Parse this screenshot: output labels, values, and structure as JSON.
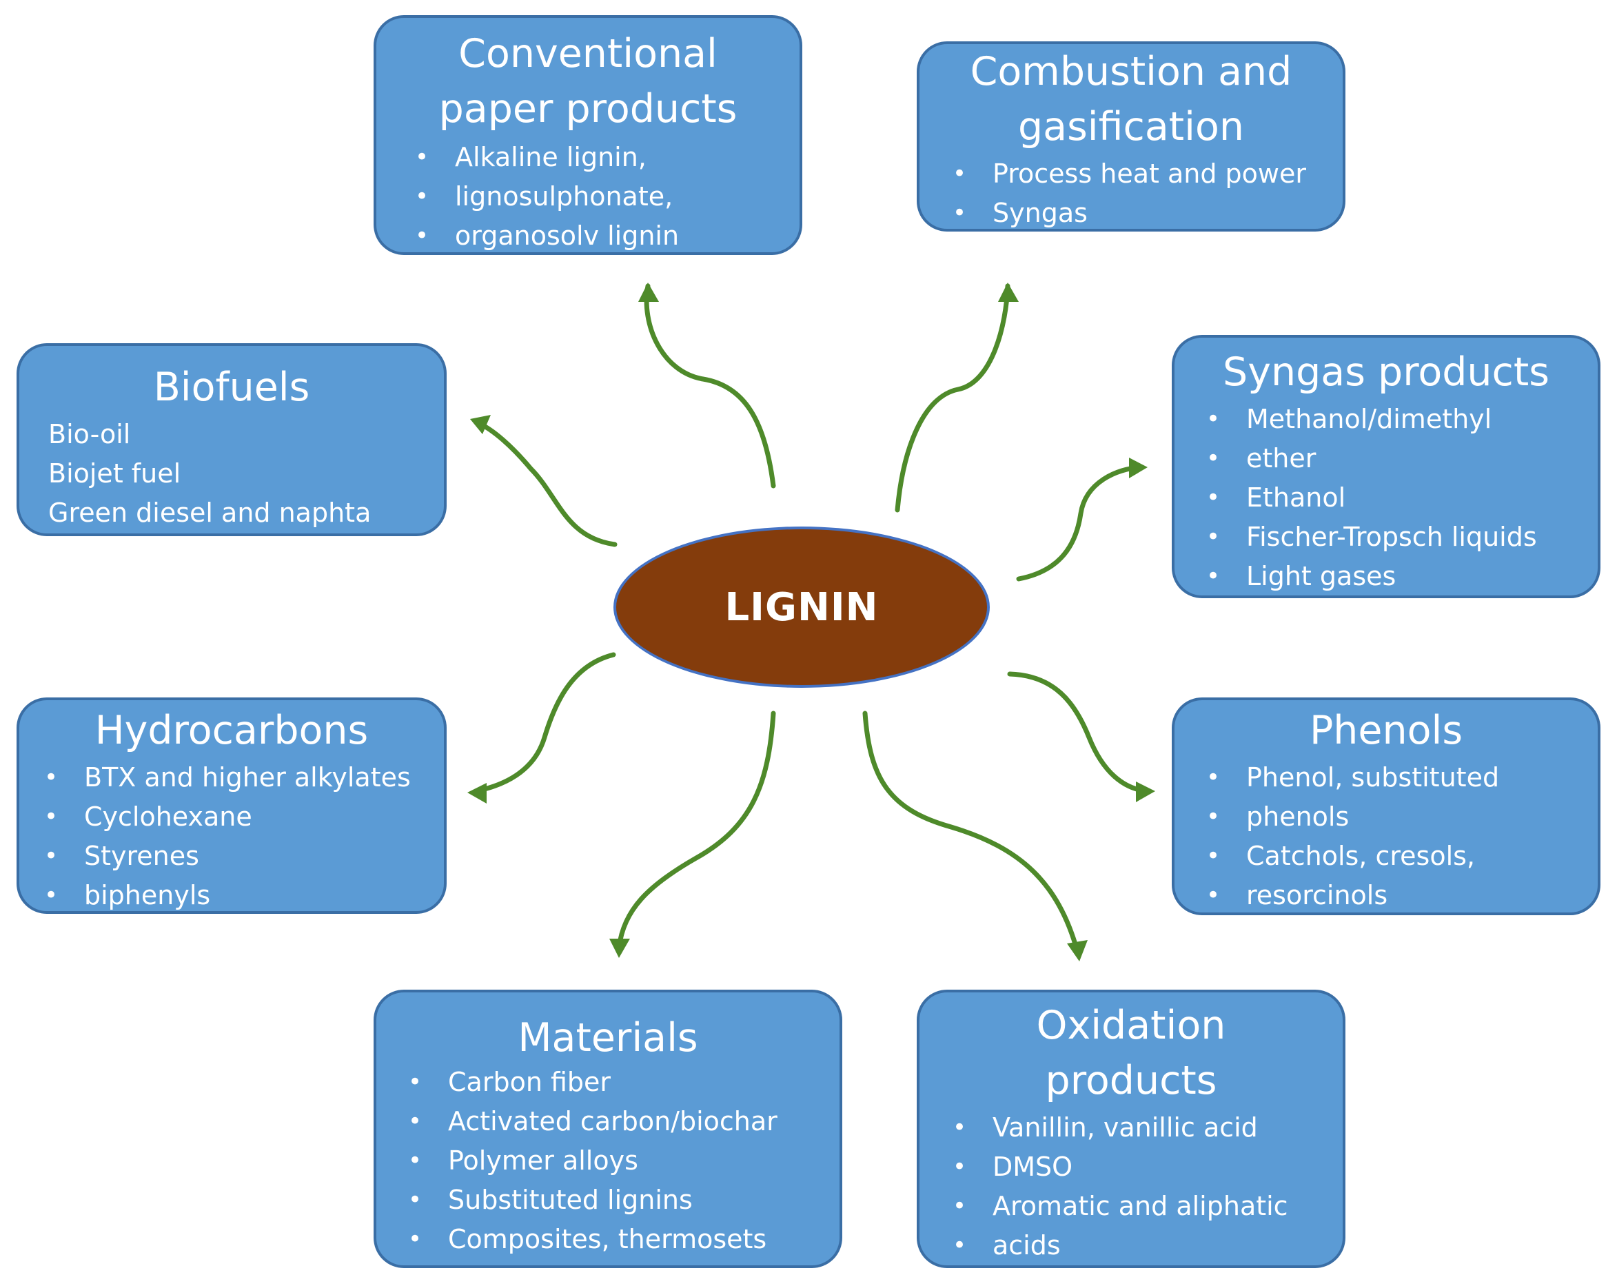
{
  "center": {
    "label": "LIGNIN"
  },
  "boxes": {
    "paper": {
      "title_lines": [
        "Conventional",
        "paper products"
      ],
      "items": [
        "Alkaline lignin,",
        "lignosulphonate,",
        "organosolv lignin"
      ]
    },
    "combustion": {
      "title_lines": [
        "Combustion and",
        "gasification"
      ],
      "items": [
        "Process heat and power",
        "Syngas"
      ]
    },
    "biofuels": {
      "title_lines": [
        "Biofuels"
      ],
      "items": [
        "Bio-oil",
        "Biojet fuel",
        "Green diesel and naphta"
      ]
    },
    "syngas": {
      "title_lines": [
        "Syngas products"
      ],
      "items": [
        "Methanol/dimethyl",
        "ether",
        "Ethanol",
        "Fischer-Tropsch liquids",
        "Light gases"
      ]
    },
    "hydrocarbons": {
      "title_lines": [
        "Hydrocarbons"
      ],
      "items": [
        "BTX and higher alkylates",
        "Cyclohexane",
        "Styrenes",
        "biphenyls"
      ]
    },
    "phenols": {
      "title_lines": [
        "Phenols"
      ],
      "items": [
        "Phenol, substituted",
        "phenols",
        "Catchols, cresols,",
        "resorcinols"
      ]
    },
    "materials": {
      "title_lines": [
        "Materials"
      ],
      "items": [
        "Carbon fiber",
        "Activated carbon/biochar",
        "Polymer alloys",
        "Substituted lignins",
        "Composites, thermosets"
      ]
    },
    "oxidation": {
      "title_lines": [
        "Oxidation",
        "products"
      ],
      "items": [
        "Vanillin, vanillic acid",
        "DMSO",
        "Aromatic and aliphatic",
        "acids"
      ]
    }
  },
  "colors": {
    "box_fill": "#5b9bd5",
    "box_border": "#3a6ea5",
    "center_fill": "#843c0c",
    "arrow": "#4e8a2a"
  }
}
